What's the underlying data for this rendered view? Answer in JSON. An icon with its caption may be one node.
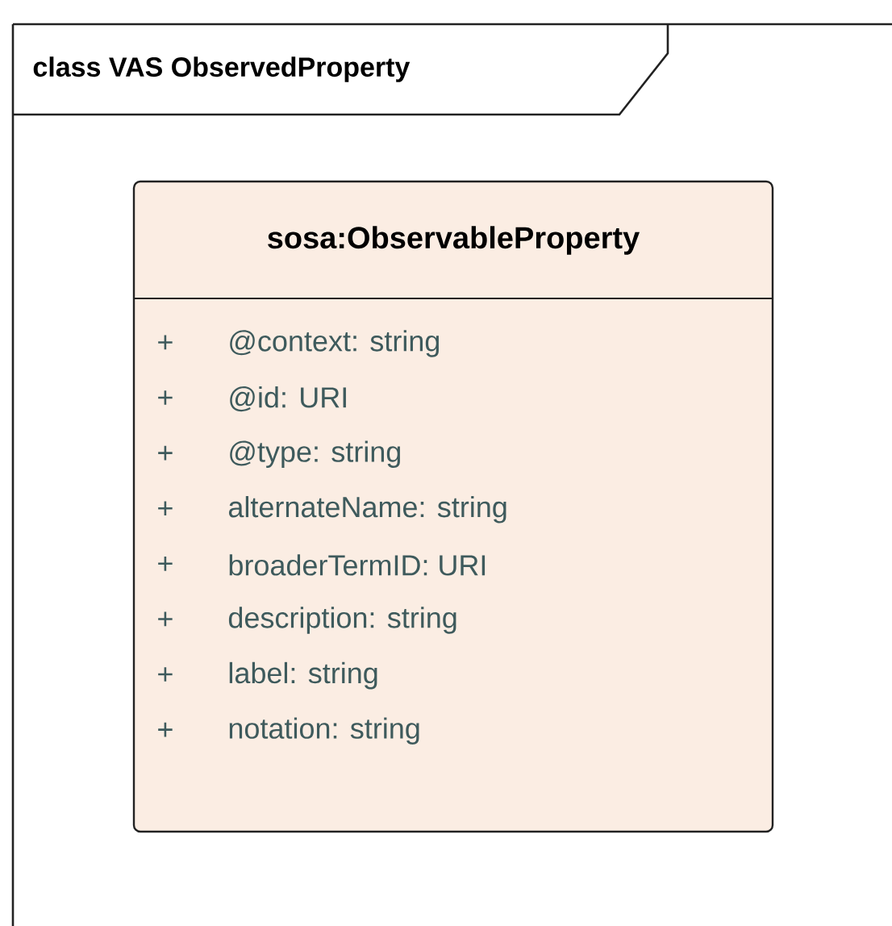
{
  "diagram": {
    "nodes": [
      {
        "text": [
          "class VAS ObservedProperty"
        ]
      },
      {
        "text": [
          "sosa:ObservableProperty",
          "+",
          "@context: string",
          "+",
          "@id: URI",
          "+",
          "@type: string",
          "+",
          "alternateName: string",
          "+",
          "broaderTermID: URI",
          "+",
          "description: string",
          "+",
          "label: string",
          "+",
          "notation: string"
        ],
        "in": 0
      }
    ]
  }
}
